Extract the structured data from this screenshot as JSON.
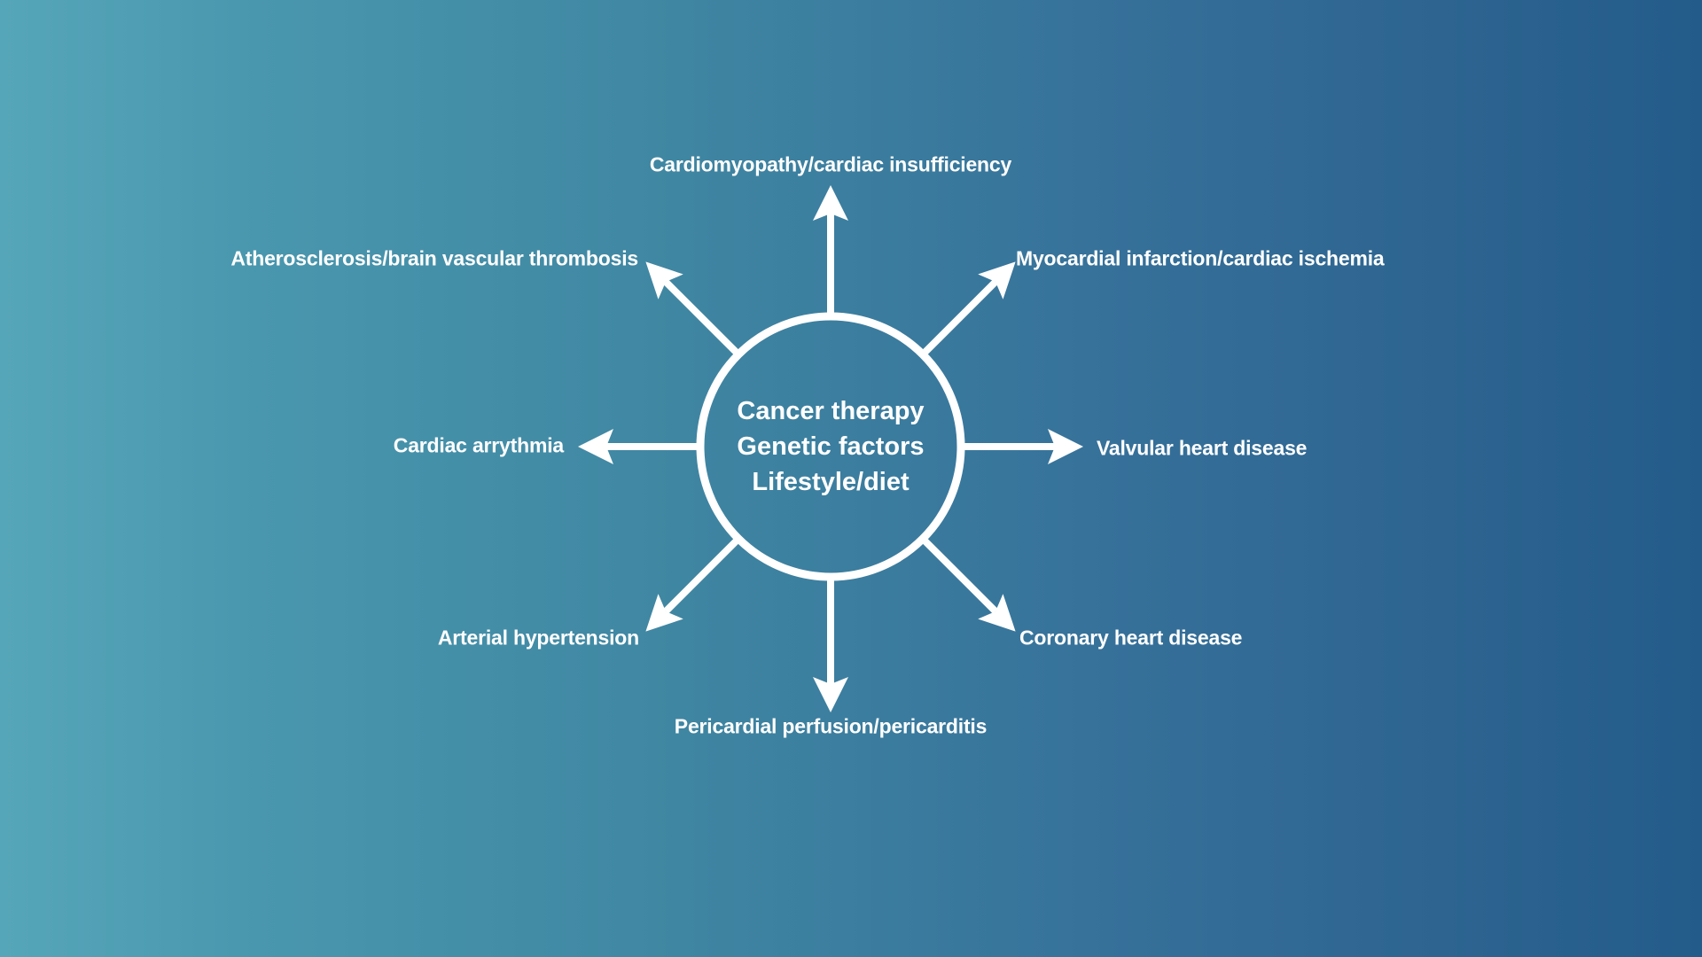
{
  "center": {
    "lines": [
      "Cancer therapy",
      "Genetic factors",
      "Lifestyle/diet"
    ]
  },
  "outcomes": {
    "top": "Cardiomyopathy/cardiac insufficiency",
    "top_left": "Atherosclerosis/brain vascular thrombosis",
    "top_right": "Myocardial infarction/cardiac ischemia",
    "left": "Cardiac arrythmia",
    "right": "Valvular heart disease",
    "bottom_left": "Arterial hypertension",
    "bottom_right": "Coronary heart disease",
    "bottom": "Pericardial perfusion/pericarditis"
  },
  "colors": {
    "foreground": "#ffffff",
    "gradient_left": "#56a6b9",
    "gradient_right": "#235b8a"
  }
}
